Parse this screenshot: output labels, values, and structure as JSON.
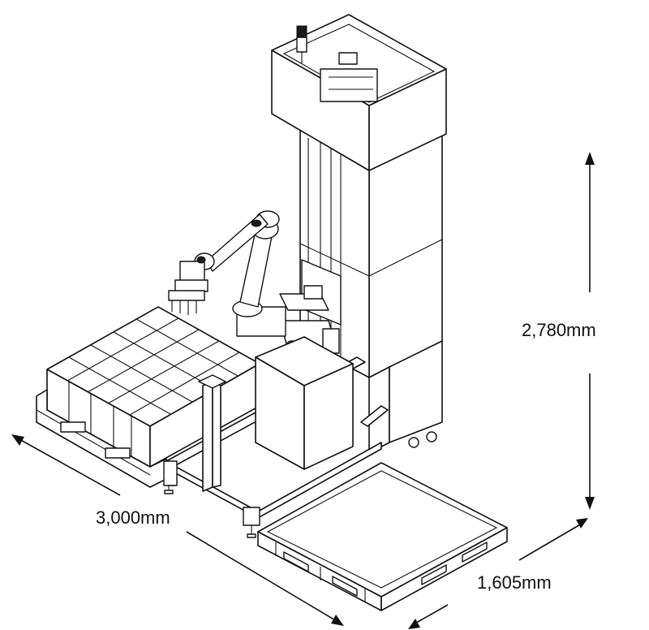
{
  "dimensions": {
    "height_label": "2,780mm",
    "length_label": "3,000mm",
    "width_label": "1,605mm"
  },
  "colors": {
    "line": "#111111",
    "background": "#ffffff"
  }
}
